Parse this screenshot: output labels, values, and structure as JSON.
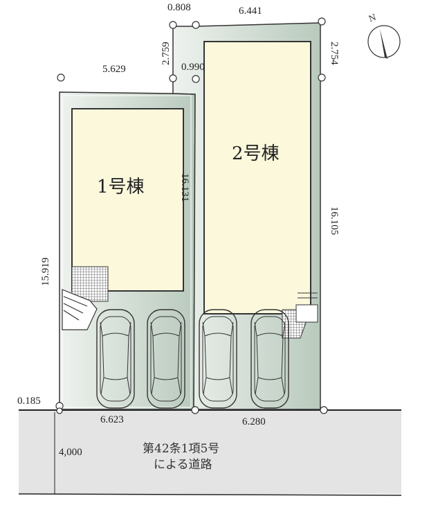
{
  "buildings": [
    {
      "label": "1号棟"
    },
    {
      "label": "2号棟"
    }
  ],
  "dimensions": {
    "top_lot2_left": "0.808",
    "top_lot2": "6.441",
    "lot2_left_step": "2.759",
    "lot2_right_step": "2.754",
    "top_lot1": "5.629",
    "step_offset": "0.990",
    "lot1_left": "15.919",
    "divider": "16.131",
    "lot2_right": "16.105",
    "corner_offset": "0.185",
    "bottom_lot1": "6.623",
    "bottom_lot2": "6.280",
    "road_width": "4,000"
  },
  "road": {
    "line1": "第42条1項5号",
    "line2": "による道路"
  },
  "compass": {
    "label": "N"
  },
  "colors": {
    "building": "#fbf8dc",
    "lot": "#c9d6cc",
    "road": "#e4e4e4",
    "outline": "#333333"
  }
}
